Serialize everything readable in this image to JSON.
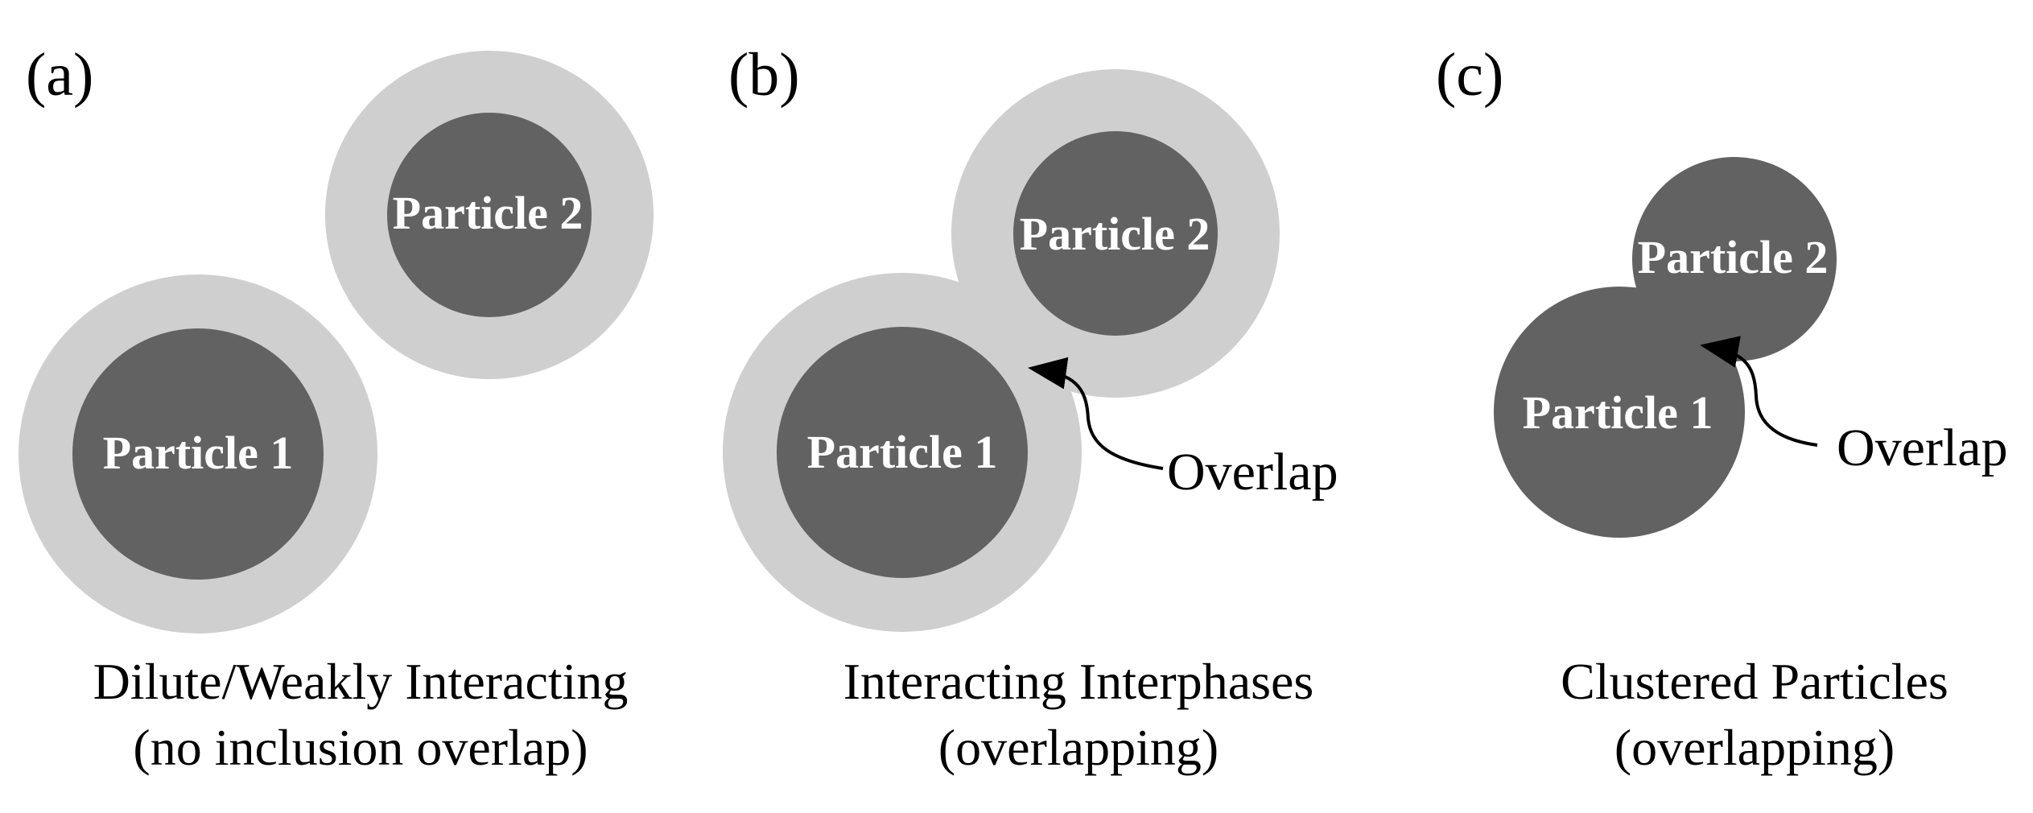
{
  "colors": {
    "interphase": "#d0cfcf",
    "particle": "#636262",
    "arrow": "#000000",
    "text": "#000000",
    "particle_text": "#ffffff"
  },
  "panels": [
    {
      "letter": "(a)",
      "particle1_label": "Particle 1",
      "particle2_label": "Particle 2",
      "caption_line1": "Dilute/Weakly Interacting",
      "caption_line2": "(no inclusion overlap)"
    },
    {
      "letter": "(b)",
      "particle1_label": "Particle 1",
      "particle2_label": "Particle 2",
      "overlap_label": "Overlap",
      "caption_line1": "Interacting Interphases",
      "caption_line2": "(overlapping)"
    },
    {
      "letter": "(c)",
      "particle1_label": "Particle 1",
      "particle2_label": "Particle 2",
      "overlap_label": "Overlap",
      "caption_line1": "Clustered Particles",
      "caption_line2": "(overlapping)"
    }
  ]
}
